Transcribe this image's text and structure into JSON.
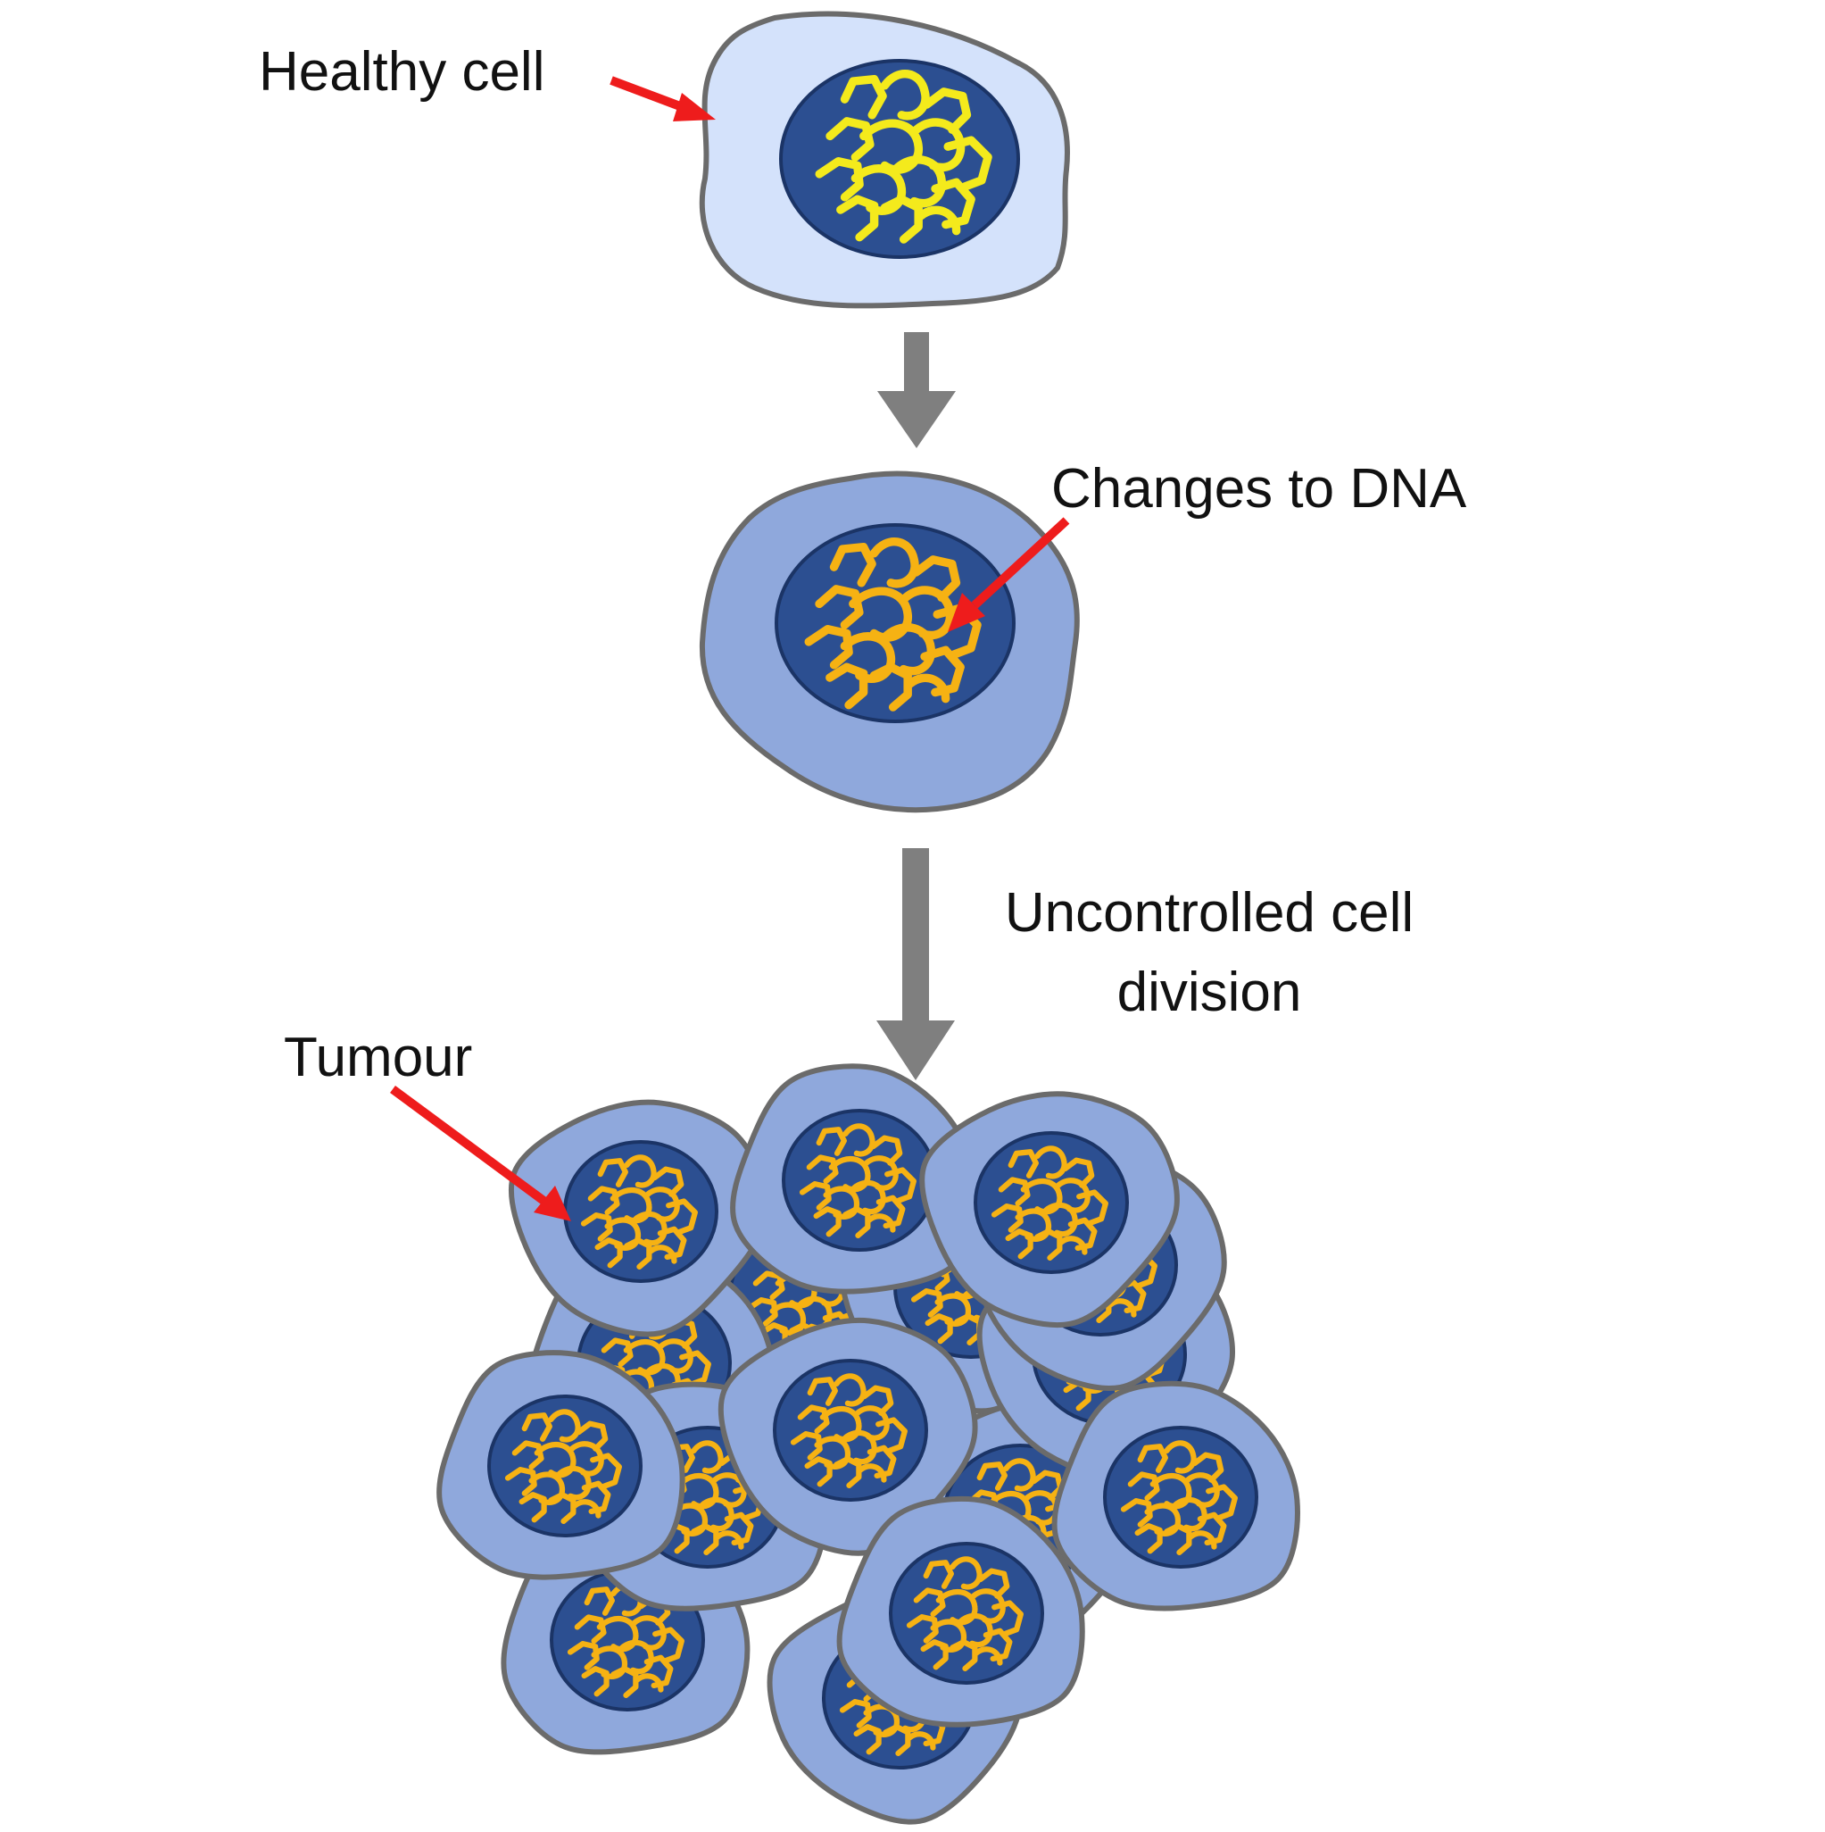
{
  "labels": {
    "healthy_cell": "Healthy cell",
    "changes_to_dna": "Changes to DNA",
    "division_line1": "Uncontrolled cell",
    "division_line2": "division",
    "tumour": "Tumour"
  },
  "colors": {
    "healthy_cytoplasm": "#d4e2fb",
    "mutated_cytoplasm": "#8fa8dc",
    "membrane": "#6b6b6b",
    "nucleus": "#2c4f91",
    "healthy_dna": "#f4ea1c",
    "mutated_dna": "#f6b213",
    "pointer_arrow": "#ee1c1c",
    "process_arrow": "#7f7f7f"
  },
  "icons": {
    "process_arrow": "down-arrow-icon",
    "pointer_arrow": "red-pointer-arrow-icon"
  }
}
